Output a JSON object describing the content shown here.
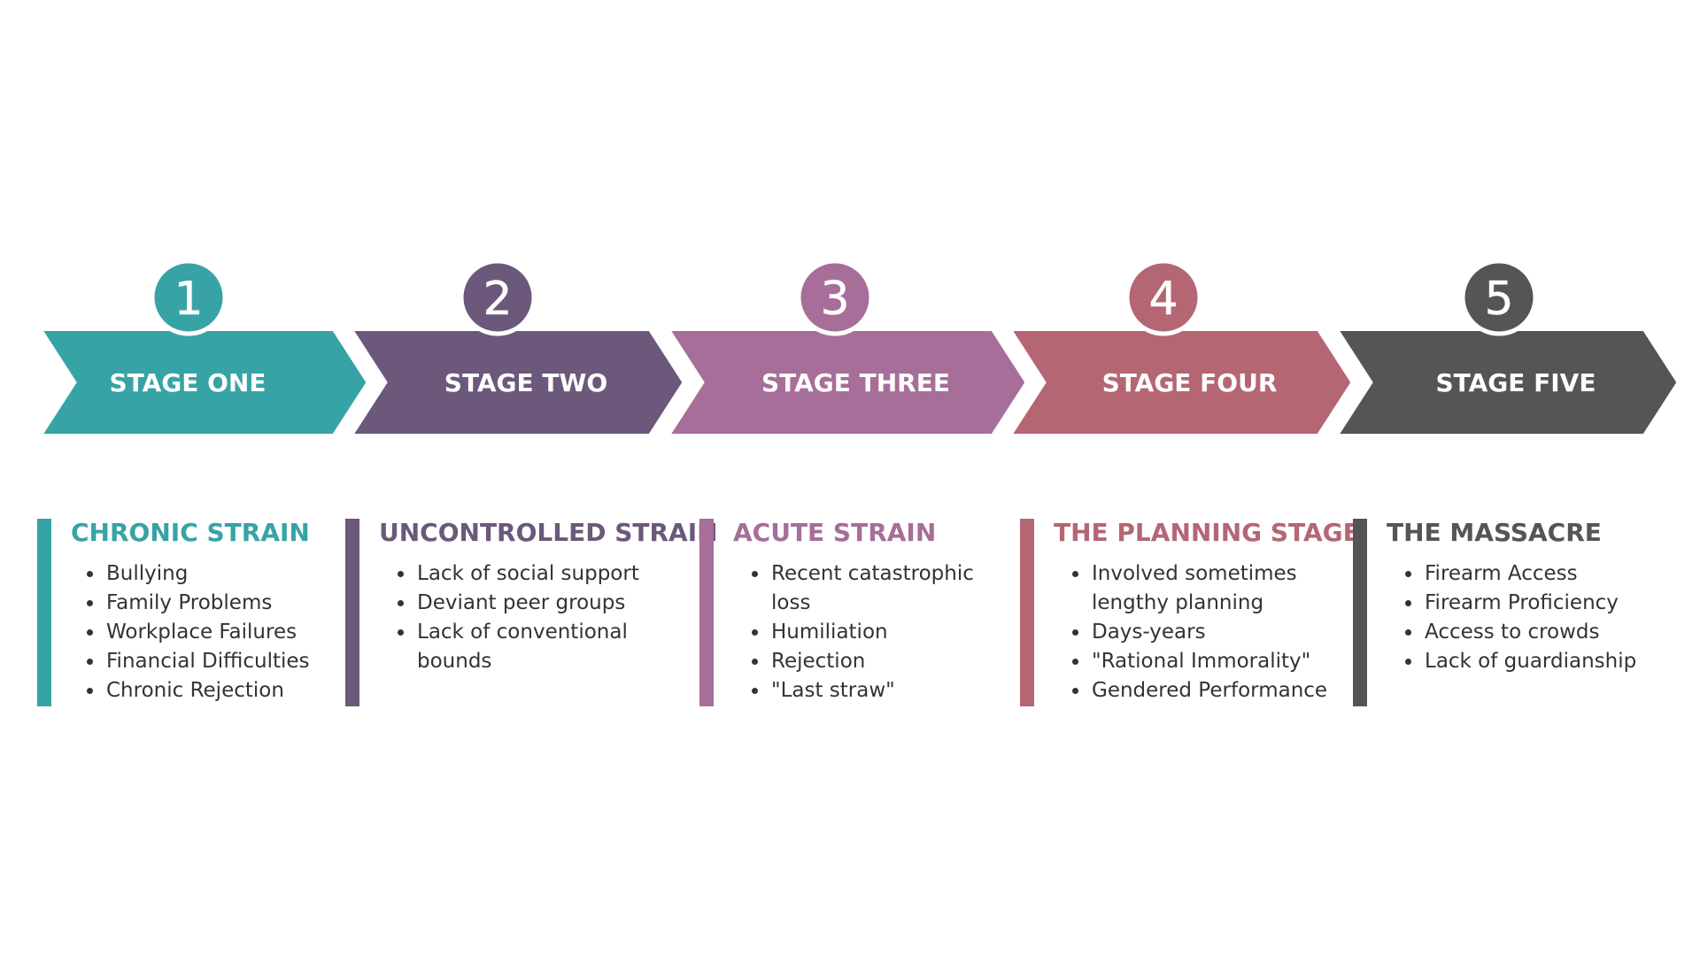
{
  "stages": [
    {
      "number": "1",
      "title": "STAGE ONE",
      "heading": "CHRONIC STRAIN",
      "color": "#37A3A5",
      "items": [
        "Bullying",
        "Family Problems",
        "Workplace Failures",
        "Financial Difficulties",
        "Chronic Rejection"
      ]
    },
    {
      "number": "2",
      "title": "STAGE TWO",
      "heading": "UNCONTROLLED STRAIN",
      "color": "#6B587A",
      "items": [
        "Lack of social support",
        "Deviant peer groups",
        "Lack of conventional bounds"
      ]
    },
    {
      "number": "3",
      "title": "STAGE THREE",
      "heading": "ACUTE STRAIN",
      "color": "#A66E98",
      "items": [
        "Recent catastrophic loss",
        "Humiliation",
        "Rejection",
        "\"Last straw\""
      ]
    },
    {
      "number": "4",
      "title": "STAGE FOUR",
      "heading": "THE PLANNING STAGE",
      "color": "#B46673",
      "items": [
        "Involved sometimes lengthy planning",
        "Days-years",
        "\"Rational Immorality\"",
        "Gendered Performance"
      ]
    },
    {
      "number": "5",
      "title": "STAGE FIVE",
      "heading": "THE MASSACRE",
      "color": "#555555",
      "items": [
        "Firearm Access",
        "Firearm Proficiency",
        "Access to crowds",
        "Lack of guardianship"
      ]
    }
  ]
}
